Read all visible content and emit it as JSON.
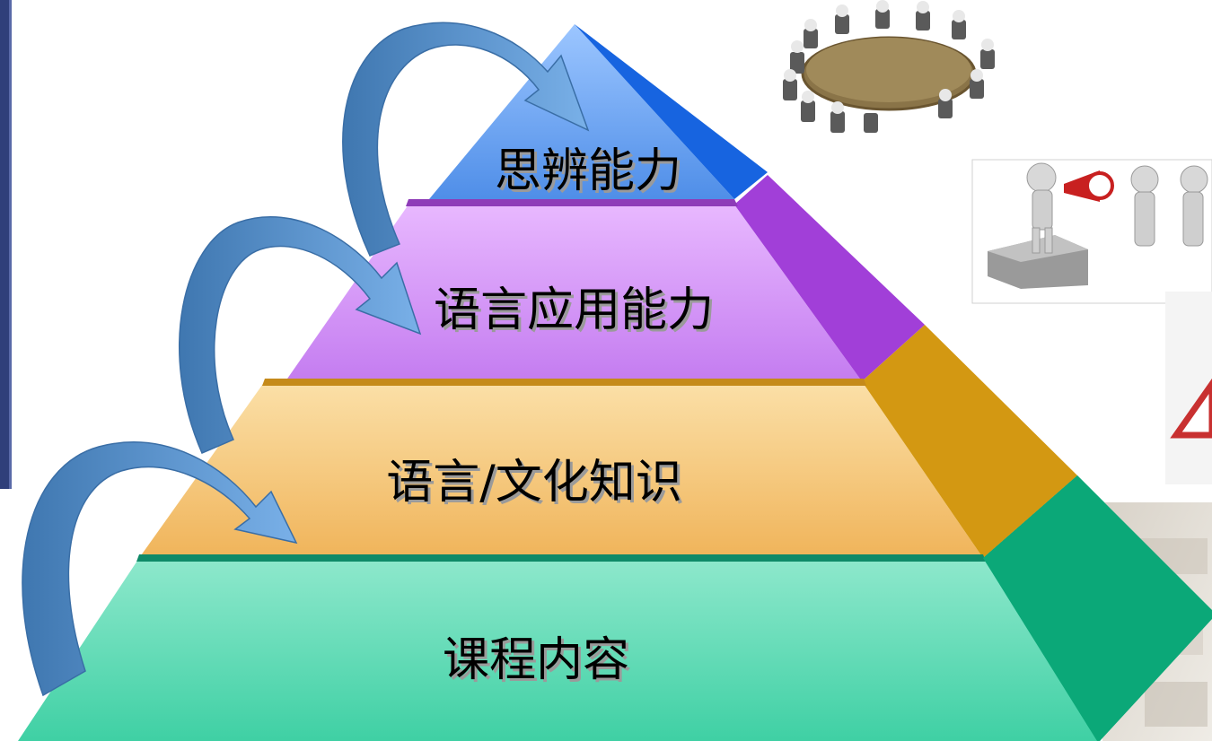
{
  "pyramid": {
    "tiers": [
      {
        "label": "思辨能力"
      },
      {
        "label": "语言应用能力"
      },
      {
        "label": "语言/文化知识"
      },
      {
        "label": "课程内容"
      }
    ]
  },
  "colors": {
    "tier_top": "#6fa8f0",
    "tier_second": "#c97af0",
    "tier_third": "#f2c060",
    "tier_bottom": "#52d6b0",
    "arrow": "#5b95cf",
    "frame": "#2f3f7a"
  },
  "images": [
    {
      "icon": "conference-table-meeting"
    },
    {
      "icon": "figure-with-megaphone"
    },
    {
      "icon": "warning-sign-partial"
    },
    {
      "icon": "textured-background-partial"
    }
  ]
}
